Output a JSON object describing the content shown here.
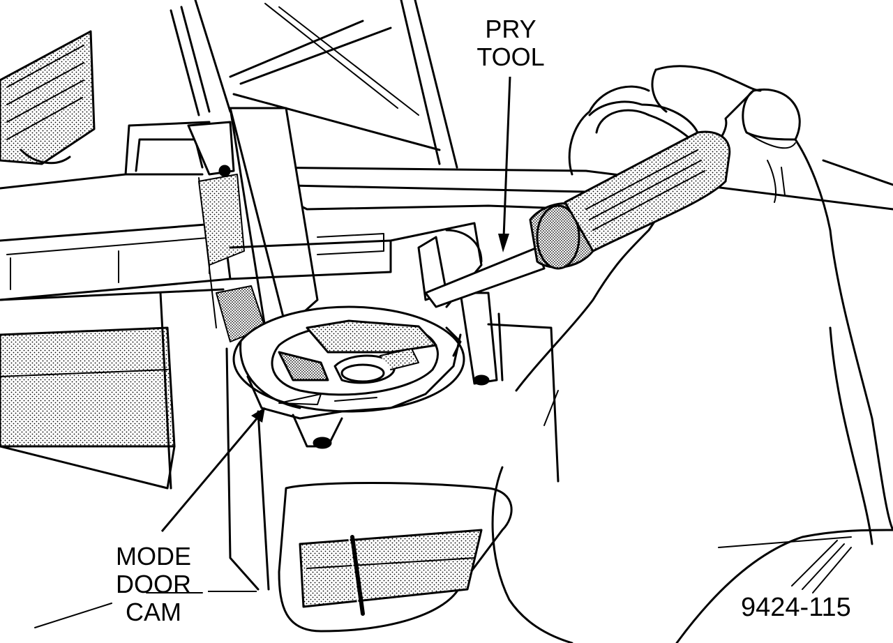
{
  "labels": {
    "pry_tool": [
      "PRY",
      "TOOL"
    ],
    "mode_door_cam": [
      "MODE",
      "DOOR",
      "CAM"
    ]
  },
  "figure_number": "9424-115",
  "colors": {
    "ink": "#000000",
    "paper": "#ffffff",
    "stipple": "#000000"
  }
}
